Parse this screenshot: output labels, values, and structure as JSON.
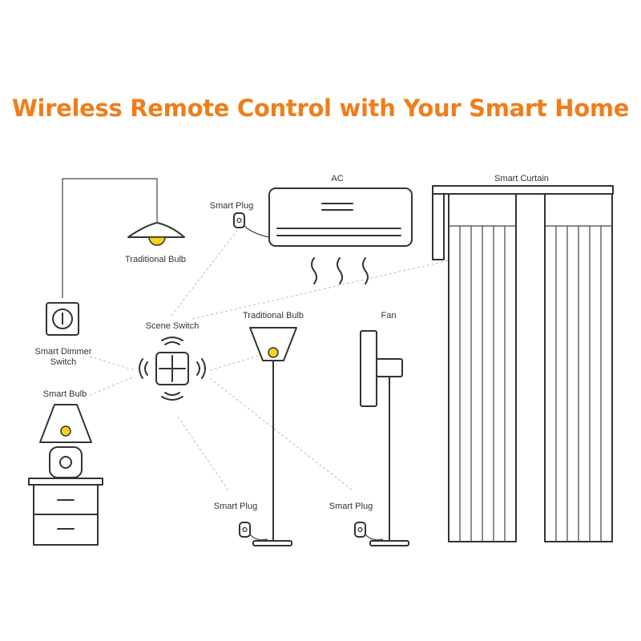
{
  "title": "Wireless Remote Control with Your Smart Home",
  "colors": {
    "title": "#f07d1a",
    "bulb": "#f5d21c",
    "line": "#333333",
    "dashed": "#bbbbbb"
  },
  "labels": {
    "ac": "AC",
    "smart_curtain": "Smart Curtain",
    "smart_plug_ac": "Smart Plug",
    "traditional_bulb_ceiling": "Traditional Bulb",
    "smart_dimmer_1": "Smart Dimmer",
    "smart_dimmer_2": "Switch",
    "scene_switch": "Scene Switch",
    "traditional_bulb_floor": "Traditional Bulb",
    "fan": "Fan",
    "smart_bulb": "Smart Bulb",
    "smart_plug_lamp": "Smart Plug",
    "smart_plug_fan": "Smart Plug"
  },
  "icons": [
    "ceiling-lamp-icon",
    "dimmer-switch-icon",
    "table-lamp-icon",
    "nightstand-icon",
    "scene-switch-icon",
    "wireless-signal-icon",
    "air-conditioner-icon",
    "smart-plug-icon",
    "floor-lamp-icon",
    "fan-icon",
    "curtain-icon"
  ]
}
